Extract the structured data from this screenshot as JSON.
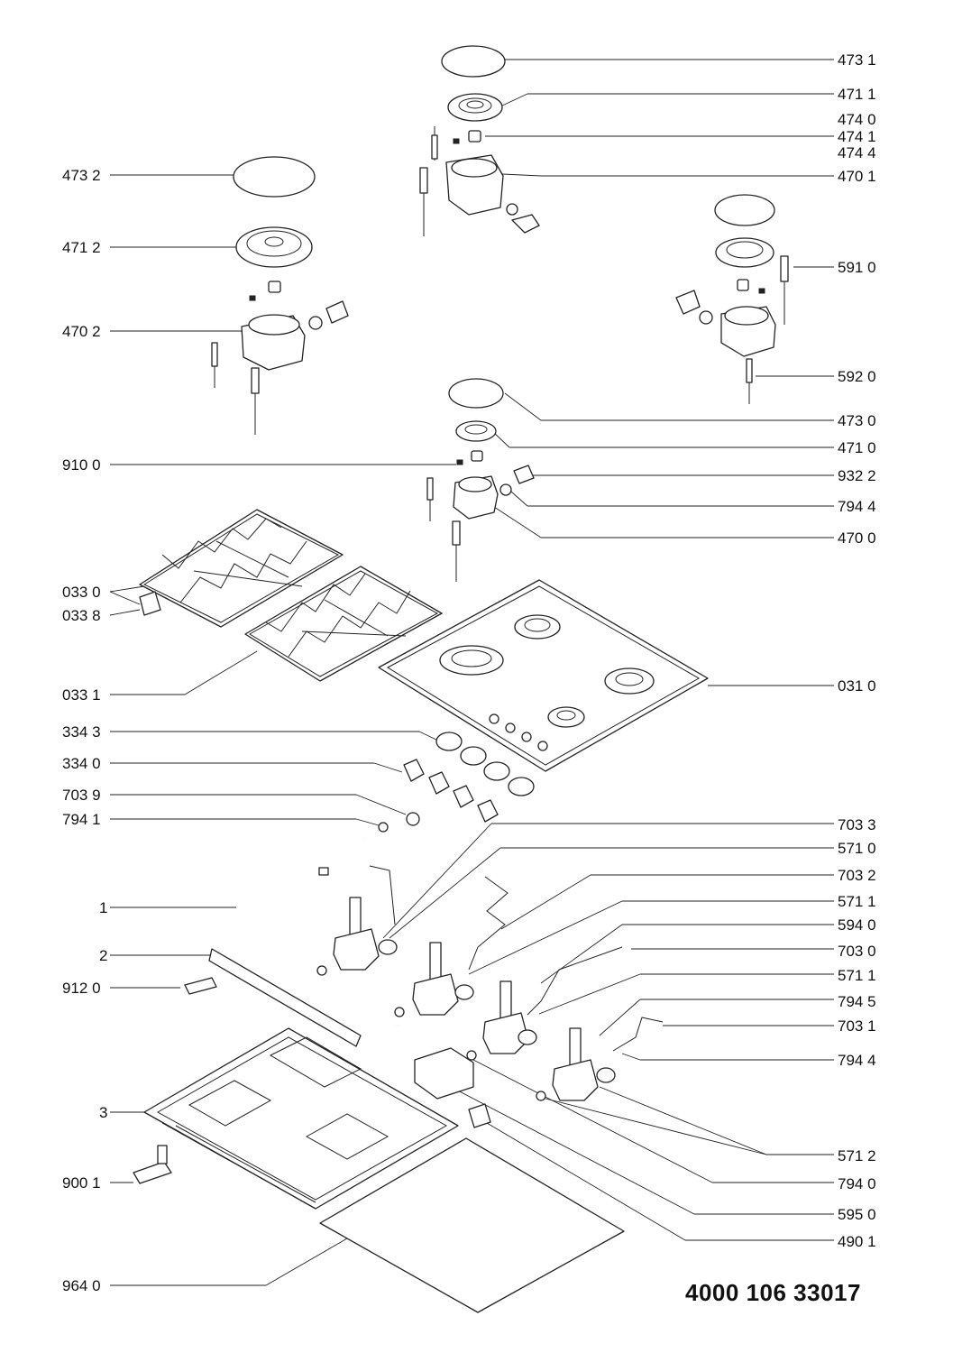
{
  "document_number": "4000 106 33017",
  "right_labels": [
    {
      "id": "473-1",
      "text": "473 1"
    },
    {
      "id": "471-1",
      "text": "471 1"
    },
    {
      "id": "474-0",
      "text": "474 0"
    },
    {
      "id": "474-1",
      "text": "474 1"
    },
    {
      "id": "474-4",
      "text": "474 4"
    },
    {
      "id": "470-1",
      "text": "470 1"
    },
    {
      "id": "591-0",
      "text": "591 0"
    },
    {
      "id": "592-0",
      "text": "592 0"
    },
    {
      "id": "473-0",
      "text": "473 0"
    },
    {
      "id": "471-0",
      "text": "471 0"
    },
    {
      "id": "932-2",
      "text": "932 2"
    },
    {
      "id": "794-4a",
      "text": "794 4"
    },
    {
      "id": "470-0",
      "text": "470 0"
    },
    {
      "id": "031-0",
      "text": "031 0"
    },
    {
      "id": "703-3",
      "text": "703 3"
    },
    {
      "id": "571-0",
      "text": "571 0"
    },
    {
      "id": "703-2",
      "text": "703 2"
    },
    {
      "id": "571-1a",
      "text": "571 1"
    },
    {
      "id": "594-0",
      "text": "594 0"
    },
    {
      "id": "703-0",
      "text": "703 0"
    },
    {
      "id": "571-1b",
      "text": "571 1"
    },
    {
      "id": "794-5",
      "text": "794 5"
    },
    {
      "id": "703-1",
      "text": "703 1"
    },
    {
      "id": "794-4b",
      "text": "794 4"
    },
    {
      "id": "571-2",
      "text": "571 2"
    },
    {
      "id": "794-0",
      "text": "794 0"
    },
    {
      "id": "595-0",
      "text": "595 0"
    },
    {
      "id": "490-1",
      "text": "490 1"
    }
  ],
  "left_labels": [
    {
      "id": "473-2",
      "text": "473 2"
    },
    {
      "id": "471-2",
      "text": "471 2"
    },
    {
      "id": "470-2",
      "text": "470 2"
    },
    {
      "id": "910-0",
      "text": "910 0"
    },
    {
      "id": "033-0",
      "text": "033 0"
    },
    {
      "id": "033-8",
      "text": "033 8"
    },
    {
      "id": "033-1",
      "text": "033 1"
    },
    {
      "id": "334-3",
      "text": "334 3"
    },
    {
      "id": "334-0",
      "text": "334 0"
    },
    {
      "id": "703-9",
      "text": "703 9"
    },
    {
      "id": "794-1",
      "text": "794 1"
    },
    {
      "id": "1",
      "text": "1"
    },
    {
      "id": "2",
      "text": "2"
    },
    {
      "id": "912-0",
      "text": "912 0"
    },
    {
      "id": "3",
      "text": "3"
    },
    {
      "id": "900-1",
      "text": "900 1"
    },
    {
      "id": "964-0",
      "text": "964 0"
    }
  ]
}
